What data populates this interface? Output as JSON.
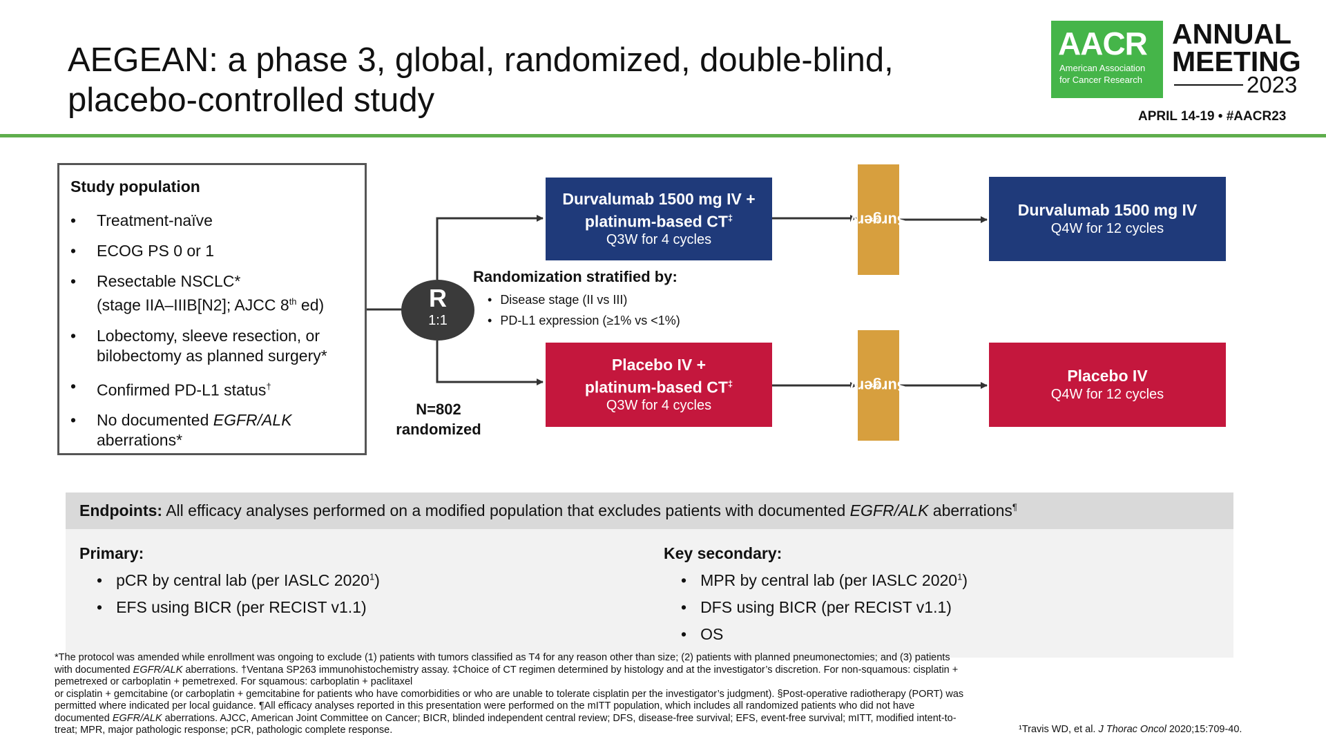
{
  "title": {
    "line1": "AEGEAN: a phase 3, global, randomized, double-blind,",
    "line2": "placebo-controlled study"
  },
  "logo": {
    "aacr": "AACR",
    "org_line1": "American Association",
    "org_line2": "for Cancer Research",
    "annual": "ANNUAL",
    "meeting": "MEETING",
    "year": "2023",
    "dates": "APRIL 14-19 • #AACR23"
  },
  "population": {
    "heading": "Study population",
    "items": [
      {
        "a": "Treatment-naïve",
        "b": ""
      },
      {
        "a": "ECOG PS 0 or 1",
        "b": ""
      },
      {
        "a": "Resectable NSCLC*",
        "b1": "(stage IIA–IIIB[N2]; AJCC 8",
        "sup": "th",
        "b2": " ed)"
      },
      {
        "a": "Lobectomy, sleeve resection, or",
        "b": "bilobectomy as planned surgery*"
      },
      {
        "a": "Confirmed PD-L1 status",
        "sup": "†"
      },
      {
        "a": "No documented ",
        "em": "EGFR/ALK",
        "b": "aberrations*"
      }
    ]
  },
  "randomization": {
    "letter": "R",
    "ratio": "1:1",
    "strat_heading": "Randomization stratified by:",
    "strat_items": [
      "Disease stage (II vs III)",
      "PD-L1 expression (≥1% vs <1%)"
    ],
    "n_line1": "N=802",
    "n_line2": "randomized"
  },
  "arms": {
    "durva_neo_l1": "Durvalumab 1500 mg IV +",
    "durva_neo_l2": "platinum-based CT",
    "durva_neo_l3": "Q3W for 4 cycles",
    "placebo_neo_l1": "Placebo IV +",
    "placebo_neo_l2": "platinum-based CT",
    "placebo_neo_l3": "Q3W for 4 cycles",
    "ct_mark": "‡",
    "surgery": "Surgery",
    "surgery_mark": "§",
    "durva_adj_l1": "Durvalumab 1500 mg IV",
    "durva_adj_l2": "Q4W for 12 cycles",
    "placebo_adj_l1": "Placebo IV",
    "placebo_adj_l2": "Q4W for 12 cycles"
  },
  "endpoints": {
    "label": "Endpoints:",
    "text_a": " All efficacy analyses performed on a modified population that excludes patients with documented ",
    "text_em": "EGFR/ALK",
    "text_b": " aberrations",
    "mark": "¶",
    "primary_head": "Primary:",
    "primary": [
      {
        "t": "pCR by central lab (per IASLC 2020",
        "sup": "1",
        "t2": ")"
      },
      {
        "t": "EFS using BICR (per RECIST v1.1)"
      }
    ],
    "secondary_head": "Key secondary:",
    "secondary": [
      {
        "t": "MPR by central lab (per IASLC 2020",
        "sup": "1",
        "t2": ")"
      },
      {
        "t": "DFS using BICR (per RECIST v1.1)"
      },
      {
        "t": "OS"
      }
    ]
  },
  "footnotes": {
    "l1": "*The protocol was amended while enrollment was ongoing to exclude (1) patients with tumors classified as T4 for any reason other than size; (2) patients with planned pneumonectomies; and (3) patients",
    "l2a": "with documented ",
    "l2em": "EGFR/ALK",
    "l2b": " aberrations. †Ventana SP263 immunohistochemistry assay. ‡Choice of CT regimen determined by histology and at the investigator’s discretion. For non-squamous: cisplatin +",
    "l3": "pemetrexed or carboplatin + pemetrexed. For squamous: carboplatin + paclitaxel",
    "l4": "or cisplatin + gemcitabine (or carboplatin + gemcitabine for patients who have comorbidities or who are unable to tolerate cisplatin per the investigator’s judgment). §Post-operative radiotherapy (PORT) was",
    "l5": "permitted where indicated per local guidance. ¶All efficacy analyses reported in this presentation were performed on the mITT population, which includes all randomized patients who did not have",
    "l6a": "documented ",
    "l6em": "EGFR/ALK",
    "l6b": " aberrations. AJCC, American Joint Committee on Cancer; BICR, blinded independent central review; DFS, disease-free survival; EFS, event-free survival; mITT, modified intent-to-",
    "l7": "treat; MPR, major pathologic response; pCR, pathologic complete response.",
    "ref_a": "¹Travis WD, et al. ",
    "ref_em": "J Thorac Oncol",
    "ref_b": " 2020;15:709-40."
  },
  "colors": {
    "accent_green": "#5fae4d",
    "logo_green": "#45b549",
    "durvalumab_blue": "#1f3a7a",
    "placebo_red": "#c4173d",
    "surgery_gold": "#d79f3e"
  }
}
